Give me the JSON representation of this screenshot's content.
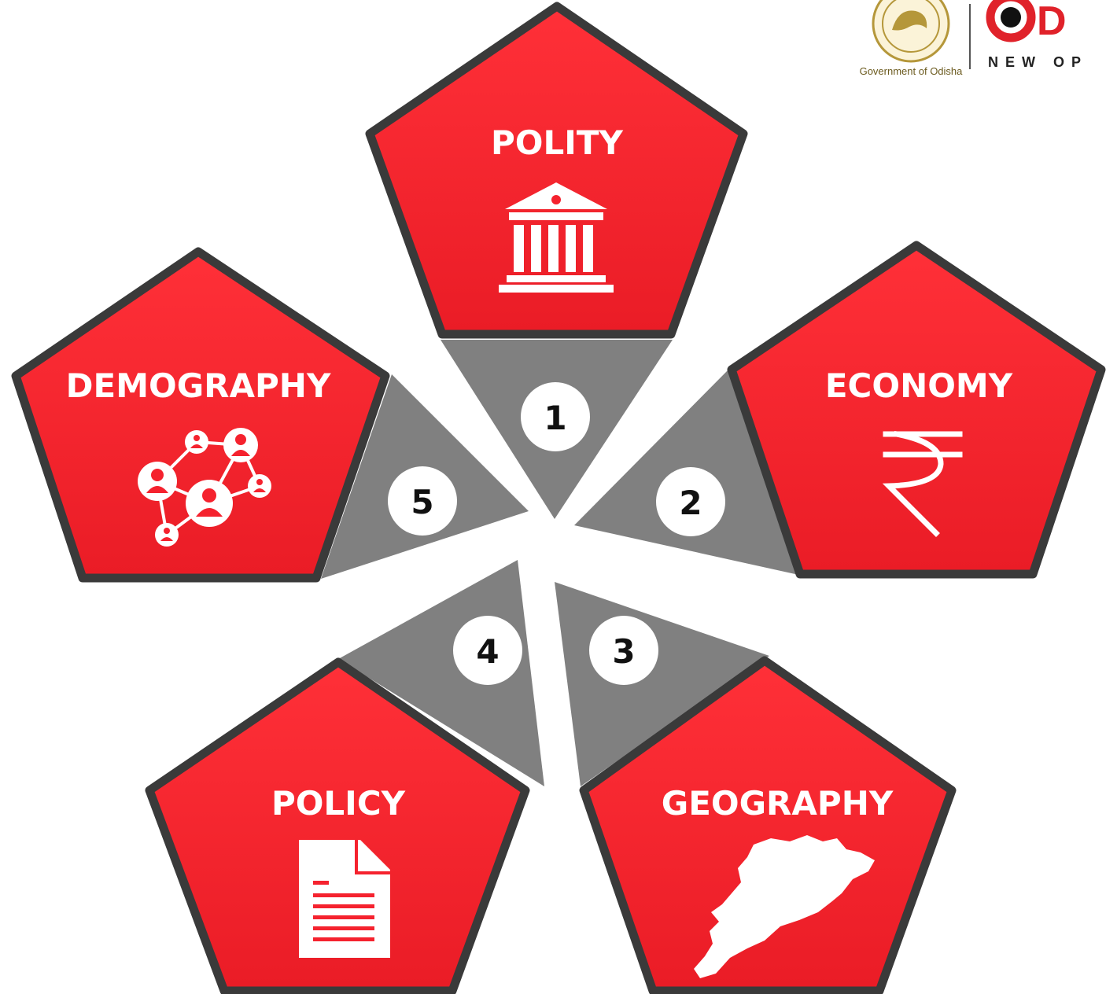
{
  "header": {
    "govt_caption": "Government of Odisha",
    "brand_text": "OD",
    "brand_sub": "NEW OP"
  },
  "colors": {
    "pentagon_fill": "#f5222e",
    "pentagon_border": "#3a3a3a",
    "connector_fill": "#808080",
    "number_circle": "#ffffff"
  },
  "segments": [
    {
      "number": "1",
      "label": "POLITY",
      "icon": "bank-building-icon"
    },
    {
      "number": "2",
      "label": "ECONOMY",
      "icon": "rupee-icon"
    },
    {
      "number": "3",
      "label": "GEOGRAPHY",
      "icon": "odisha-map-icon"
    },
    {
      "number": "4",
      "label": "POLICY",
      "icon": "document-icon"
    },
    {
      "number": "5",
      "label": "DEMOGRAPHY",
      "icon": "people-network-icon"
    }
  ]
}
